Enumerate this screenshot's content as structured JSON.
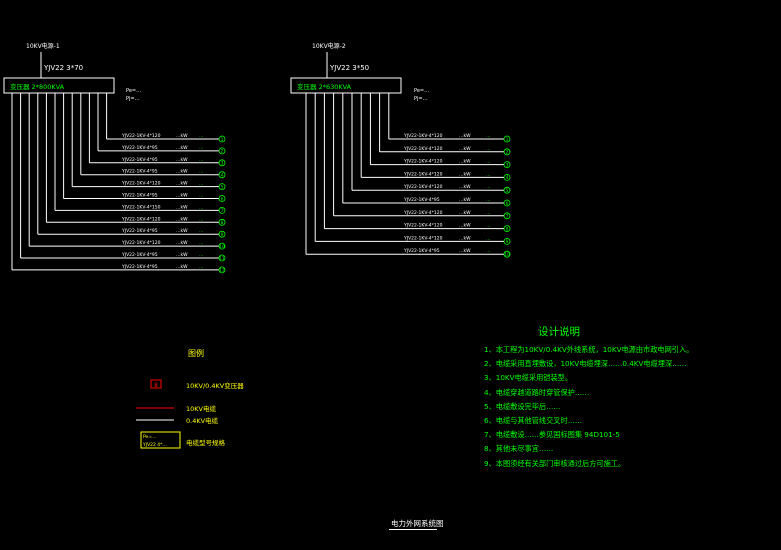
{
  "left": {
    "source_label": "10KV电源-1",
    "cable": "YJV22 3*70",
    "transformer": "变压器 2*800KVA",
    "meta": [
      "Pe=…",
      "Pj=…"
    ],
    "feeders": [
      {
        "cable": "YJV22-1KV-4*120",
        "load": "…kW",
        "tag": "…"
      },
      {
        "cable": "YJV22-1KV-4*95",
        "load": "…kW",
        "tag": "…"
      },
      {
        "cable": "YJV22-1KV-4*95",
        "load": "…kW",
        "tag": "…"
      },
      {
        "cable": "YJV22-1KV-4*95",
        "load": "…kW",
        "tag": "…"
      },
      {
        "cable": "YJV22-1KV-4*120",
        "load": "…kW",
        "tag": "…"
      },
      {
        "cable": "YJV22-1KV-4*95",
        "load": "…kW",
        "tag": "…"
      },
      {
        "cable": "YJV22-1KV-4*150",
        "load": "…kW",
        "tag": "…"
      },
      {
        "cable": "YJV22-1KV-4*120",
        "load": "…kW",
        "tag": "…"
      },
      {
        "cable": "YJV22-1KV-4*95",
        "load": "…kW",
        "tag": "…"
      },
      {
        "cable": "YJV22-1KV-4*120",
        "load": "…kW",
        "tag": "…"
      },
      {
        "cable": "YJV22-1KV-4*95",
        "load": "…kW",
        "tag": "…"
      },
      {
        "cable": "YJV22-1KV-4*95",
        "load": "…kW",
        "tag": "…"
      }
    ]
  },
  "right": {
    "source_label": "10KV电源-2",
    "cable": "YJV22 3*50",
    "transformer": "变压器 2*630KVA",
    "meta": [
      "Pe=…",
      "Pj=…"
    ],
    "feeders": [
      {
        "cable": "YJV22-1KV-4*120",
        "load": "…kW",
        "tag": "…"
      },
      {
        "cable": "YJV22-1KV-4*120",
        "load": "…kW",
        "tag": "…"
      },
      {
        "cable": "YJV22-1KV-4*120",
        "load": "…kW",
        "tag": "…"
      },
      {
        "cable": "YJV22-1KV-4*120",
        "load": "…kW",
        "tag": "…"
      },
      {
        "cable": "YJV22-1KV-4*120",
        "load": "…kW",
        "tag": "…"
      },
      {
        "cable": "YJV22-1KV-4*95",
        "load": "…kW",
        "tag": "…"
      },
      {
        "cable": "YJV22-1KV-4*120",
        "load": "…kW",
        "tag": "…"
      },
      {
        "cable": "YJV22-1KV-4*120",
        "load": "…kW",
        "tag": "…"
      },
      {
        "cable": "YJV22-1KV-4*120",
        "load": "…kW",
        "tag": "…"
      },
      {
        "cable": "YJV22-1KV-4*95",
        "load": "…kW",
        "tag": "…"
      }
    ]
  },
  "legend": {
    "title": "图例",
    "items": [
      "10KV/0.4KV变压器",
      "10KV电缆",
      "0.4KV电缆",
      "电缆型号规格"
    ],
    "box_lines": [
      "Pe=…",
      "YJV22 4*…"
    ]
  },
  "notes": {
    "title": "设计说明",
    "lines": [
      "1、本工程为10KV/0.4KV外线系统，10KV电源由市政电网引入。",
      "2、电缆采用直埋敷设，10KV电缆埋深……0.4KV电缆埋深……",
      "3、10KV电缆采用铠装型。",
      "4、电缆穿越道路时穿管保护……",
      "5、电缆敷设完毕后……",
      "6、电缆与其他管线交叉时……",
      "7、电缆敷设……参见国标图集 94D101-5",
      "8、其他未尽事宜……",
      "9、本图须经有关部门审核通过后方可施工。"
    ]
  },
  "footer": "电力外网系统图",
  "colors": {
    "bus": "#ffffff",
    "cable": "#ffff00",
    "label": "#00ff00",
    "node": "#00ff00"
  }
}
